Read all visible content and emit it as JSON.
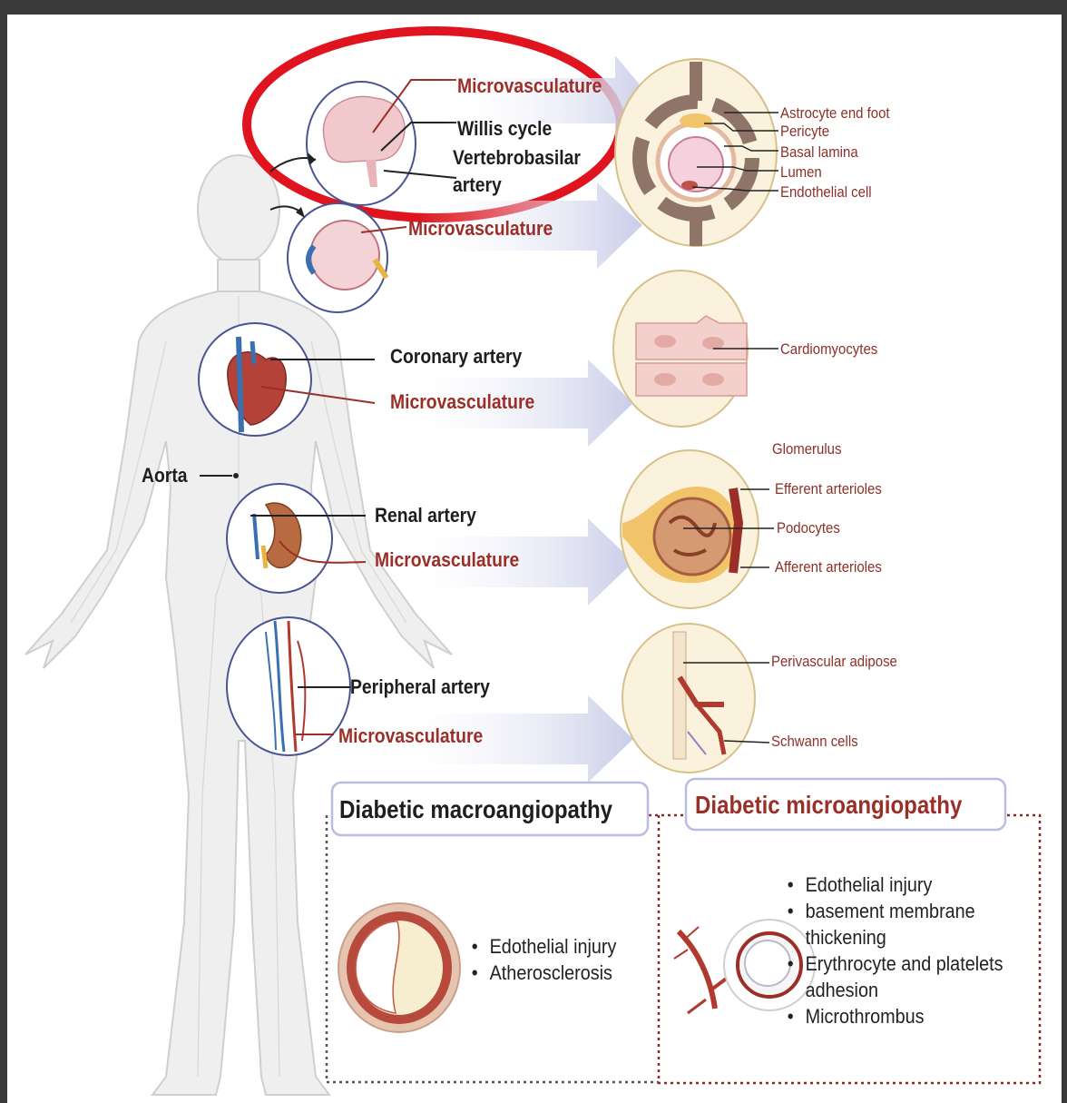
{
  "brain": {
    "microvasculature": "Microvasculature",
    "willis": "Willis cycle",
    "vertebro_line1": "Vertebrobasilar",
    "vertebro_line2": "artery"
  },
  "eye": {
    "microvasculature": "Microvasculature"
  },
  "heart": {
    "coronary": "Coronary artery",
    "microvasculature": "Microvasculature"
  },
  "aorta": "Aorta",
  "kidney": {
    "renal": "Renal artery",
    "microvasculature": "Microvasculature"
  },
  "peripheral": {
    "artery": "Peripheral artery",
    "microvasculature": "Microvasculature"
  },
  "neurovascular": {
    "labels": [
      "Astrocyte end foot",
      "Pericyte",
      "Basal lamina",
      "Lumen",
      "Endothelial cell"
    ]
  },
  "cardiac": {
    "cardiomyocytes": "Cardiomyocytes"
  },
  "glomerulus": {
    "title": "Glomerulus",
    "efferent": "Efferent arterioles",
    "podocytes": "Podocytes",
    "afferent": "Afferent  arterioles"
  },
  "nerve": {
    "adipose": "Perivascular adipose",
    "schwann": "Schwann cells"
  },
  "macro": {
    "title": "Diabetic macroangiopathy",
    "bullets": [
      "Edothelial injury",
      "Atherosclerosis"
    ]
  },
  "micro": {
    "title": "Diabetic microangiopathy",
    "bullets": [
      {
        "line1": "Edothelial injury"
      },
      {
        "line1": "basement membrane",
        "line2": "thickening"
      },
      {
        "line1": "Erythrocyte and platelets",
        "line2": "adhesion"
      },
      {
        "line1": "Microthrombus"
      }
    ]
  },
  "colors": {
    "accent_red": "#9b2f28",
    "highlight_ring": "#e0141e",
    "box_border": "#b9bde0"
  }
}
